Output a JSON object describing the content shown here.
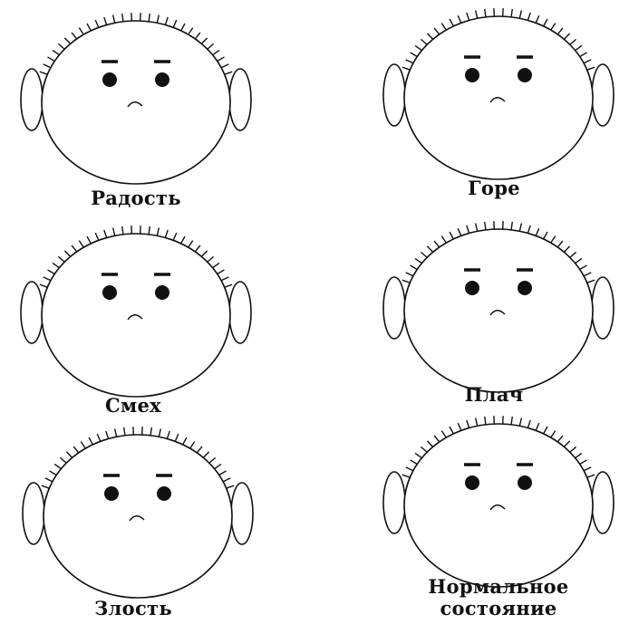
{
  "faces": [
    {
      "label": "Радость"
    },
    {
      "label": "Горе"
    },
    {
      "label": "Смех"
    },
    {
      "label": "Плач"
    },
    {
      "label": "Злость"
    },
    {
      "label": "Нормальное состояние",
      "label_line1": "Нормальное",
      "label_line2": "состояние"
    }
  ],
  "colors": {
    "ink": "#111111",
    "paper": "#ffffff"
  }
}
